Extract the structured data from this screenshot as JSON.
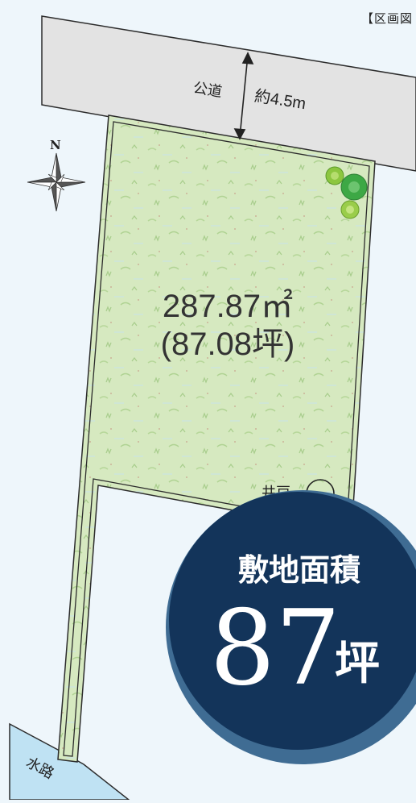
{
  "header": {
    "label": "【区画図"
  },
  "road": {
    "label": "公道",
    "width": "約4.5m"
  },
  "compass": {
    "north": "N"
  },
  "lot": {
    "area_sqm": "287.87㎡",
    "area_tsubo": "(87.08坪)",
    "well_label": "井戸"
  },
  "waterway": {
    "label": "水路"
  },
  "badge": {
    "title": "敷地面積",
    "number": "87",
    "unit": "坪"
  },
  "colors": {
    "background": "#eef6fb",
    "road": "#e3e3e3",
    "lot_fill": "#d6e9c0",
    "badge_dark": "#13345a",
    "badge_ring": "#3f6c93",
    "water": "#bfe2f3"
  }
}
